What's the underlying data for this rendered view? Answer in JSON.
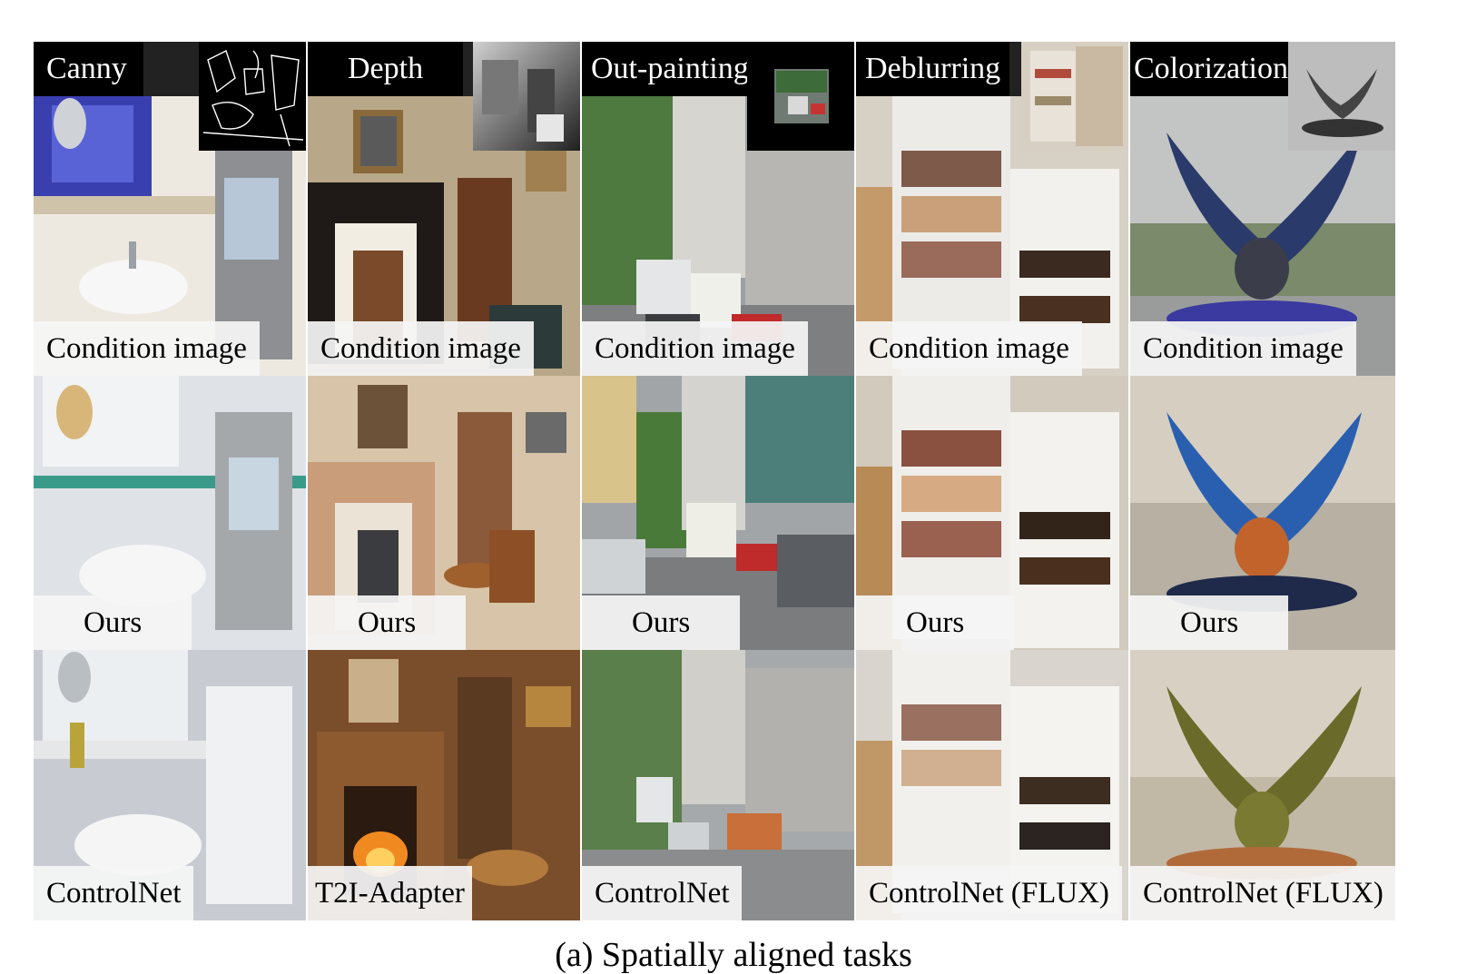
{
  "columns": [
    {
      "header": "Canny",
      "labels": [
        "Condition image",
        "Ours",
        "ControlNet"
      ],
      "colors": {
        "a": "#3b4ab8",
        "b": "#d9dde6",
        "c": "#c9ced6"
      }
    },
    {
      "header": "Depth",
      "labels": [
        "Condition image",
        "Ours",
        "T2I-Adapter"
      ],
      "colors": {
        "a": "#6a5a4a",
        "b": "#c7a58a",
        "c": "#7a4a28"
      }
    },
    {
      "header": "Out-painting",
      "labels": [
        "Condition image",
        "Ours",
        "ControlNet"
      ],
      "colors": {
        "a": "#8a8f93",
        "b": "#9a9ea3",
        "c": "#a4a7aa"
      }
    },
    {
      "header": "Deblurring",
      "labels": [
        "Condition image",
        "Ours",
        "ControlNet (FLUX)"
      ],
      "colors": {
        "a": "#d8d3c8",
        "b": "#dcd6cb",
        "c": "#dedbd4"
      }
    },
    {
      "header": "Colorization",
      "labels": [
        "Condition image",
        "Ours",
        "ControlNet (FLUX)"
      ],
      "colors": {
        "a": "#9ea09f",
        "b": "#b9b4aa",
        "c": "#c5bcaa"
      }
    }
  ],
  "caption": "(a) Spatially aligned tasks"
}
